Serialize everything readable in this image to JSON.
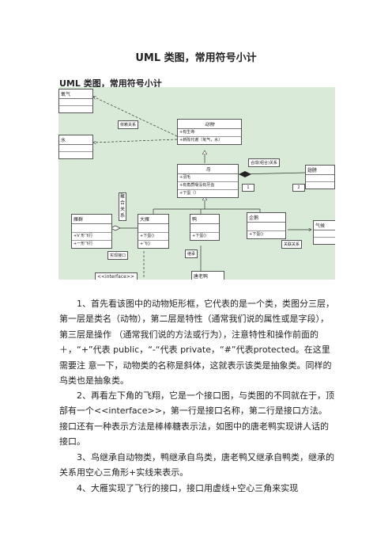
{
  "header": {
    "title": "UML 类图，常用符号小计",
    "subtitle": "UML 类图，常用符号小计"
  },
  "diagram": {
    "oxygen": "氧气",
    "water": "水",
    "dependency_note": "依赖关系",
    "animal": {
      "name": "动物",
      "attr": "+有生命",
      "method": "+新陈代谢（氧气，水）"
    },
    "composition_note": "合成(组合)关系",
    "bird": {
      "name": "鸟",
      "attr1": "+羽毛",
      "attr2": "+有角质喙没有牙齿",
      "method": "+下蛋（）"
    },
    "wing": "翅膀",
    "mult1": "1",
    "mult2": "2",
    "aggregation_note": [
      "聚",
      "合",
      "关",
      "系"
    ],
    "flock": {
      "name": "雁群",
      "m1": "+V 形飞行",
      "m2": "+一形飞行"
    },
    "goose": {
      "name": "大雁",
      "m1": "+下蛋()",
      "m2": "+飞()"
    },
    "duck": {
      "name": "鸭",
      "m1": "+下蛋()"
    },
    "penguin": {
      "name": "企鹅",
      "m1": "+下蛋()"
    },
    "climate": "气候",
    "realize_note": "实现接口",
    "inherit_note": "继承",
    "association_note": "关联关系",
    "interface_label": "<<interface>>",
    "tang_duck": "唐老鸭"
  },
  "paragraphs": [
    "1、首先看该图中的动物矩形框，它代表的是一个类，类图分三层，第一层是类名（动物），第二层是特性（通常我们说的属性或是字段），第三层是操作 （通常我们说的方法或行为），注意特性和操作前面的＋，“+”代表 public，“-“代表 private，“#”代表protected。在这里需要注 意一下，动物类的名称是斜体，这就表示该类是抽象类。同样的鸟类也是抽象类。",
    "2、再看左下角的飞翔，它是一个接口图，与类图的不同就在于，顶部有一个<<interface>>，第一行是接口名称，第二行是接口方法。接口还有一种表示方法是棒棒糖表示法，如图中的唐老鸭实现讲人话的接口。",
    "3、鸟继承自动物类，鸭继承自鸟类，唐老鸭又继承自鸭类，继承的关系用空心三角形+实线来表示。",
    "4、大雁实现了飞行的接口，接口用虚线+空心三角来实现"
  ]
}
